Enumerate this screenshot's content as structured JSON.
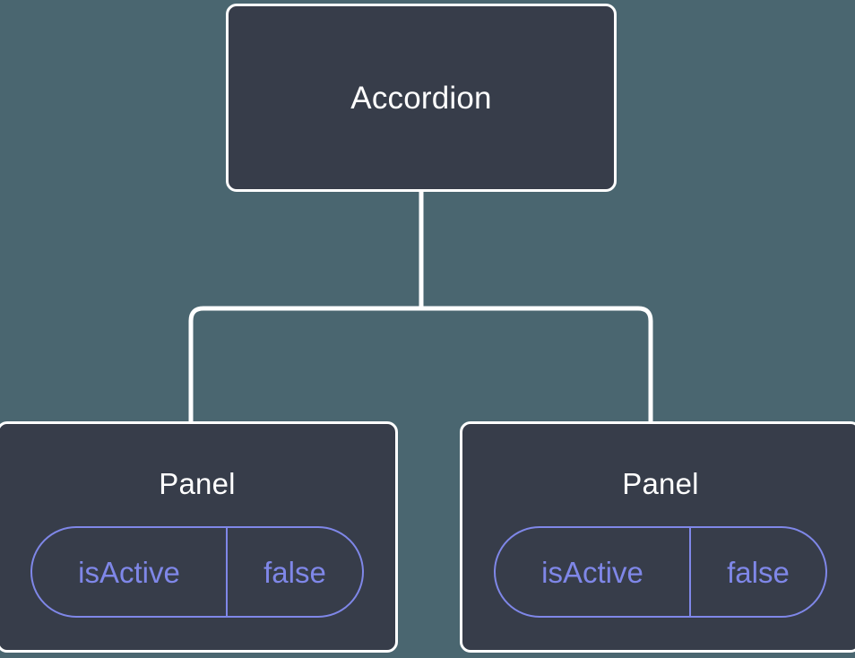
{
  "diagram": {
    "type": "component-tree",
    "background_color": "#4a6670",
    "node_fill_color": "#373d4a",
    "node_border_color": "#ffffff",
    "connector_color": "#ffffff",
    "prop_accent_color": "#7f87e8",
    "root": {
      "label": "Accordion"
    },
    "children": [
      {
        "label": "Panel",
        "props": [
          {
            "key": "isActive",
            "value": "false"
          }
        ]
      },
      {
        "label": "Panel",
        "props": [
          {
            "key": "isActive",
            "value": "false"
          }
        ]
      }
    ]
  }
}
